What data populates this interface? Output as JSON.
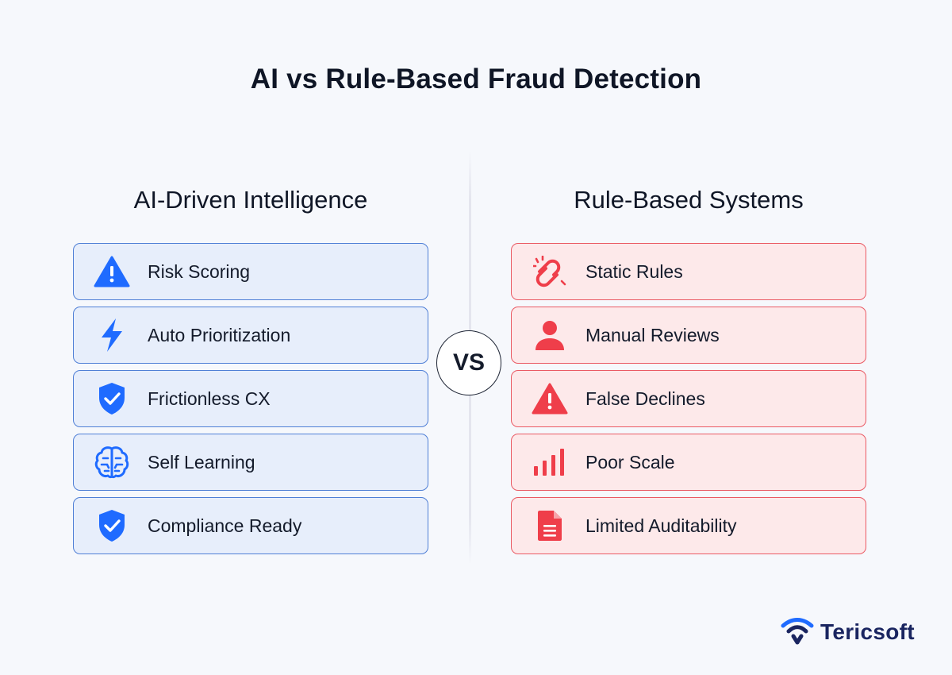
{
  "title": "AI vs Rule-Based Fraud Detection",
  "left_column": {
    "heading": "AI-Driven Intelligence",
    "accent_color": "#1f6bff",
    "items": [
      {
        "label": "Risk Scoring",
        "icon": "warning-triangle-icon"
      },
      {
        "label": "Auto Prioritization",
        "icon": "lightning-bolt-icon"
      },
      {
        "label": "Frictionless CX",
        "icon": "shield-check-icon"
      },
      {
        "label": "Self Learning",
        "icon": "brain-icon"
      },
      {
        "label": "Compliance Ready",
        "icon": "shield-check-icon"
      }
    ]
  },
  "right_column": {
    "heading": "Rule-Based Systems",
    "accent_color": "#ef3e4a",
    "items": [
      {
        "label": "Static Rules",
        "icon": "broken-link-icon"
      },
      {
        "label": "Manual Reviews",
        "icon": "person-icon"
      },
      {
        "label": "False Declines",
        "icon": "warning-triangle-icon"
      },
      {
        "label": "Poor Scale",
        "icon": "bar-chart-icon"
      },
      {
        "label": "Limited Auditability",
        "icon": "document-icon"
      }
    ]
  },
  "vs_label": "VS",
  "brand": {
    "name": "Tericsoft",
    "icon": "wifi-logo-icon",
    "color": "#1a2560"
  }
}
